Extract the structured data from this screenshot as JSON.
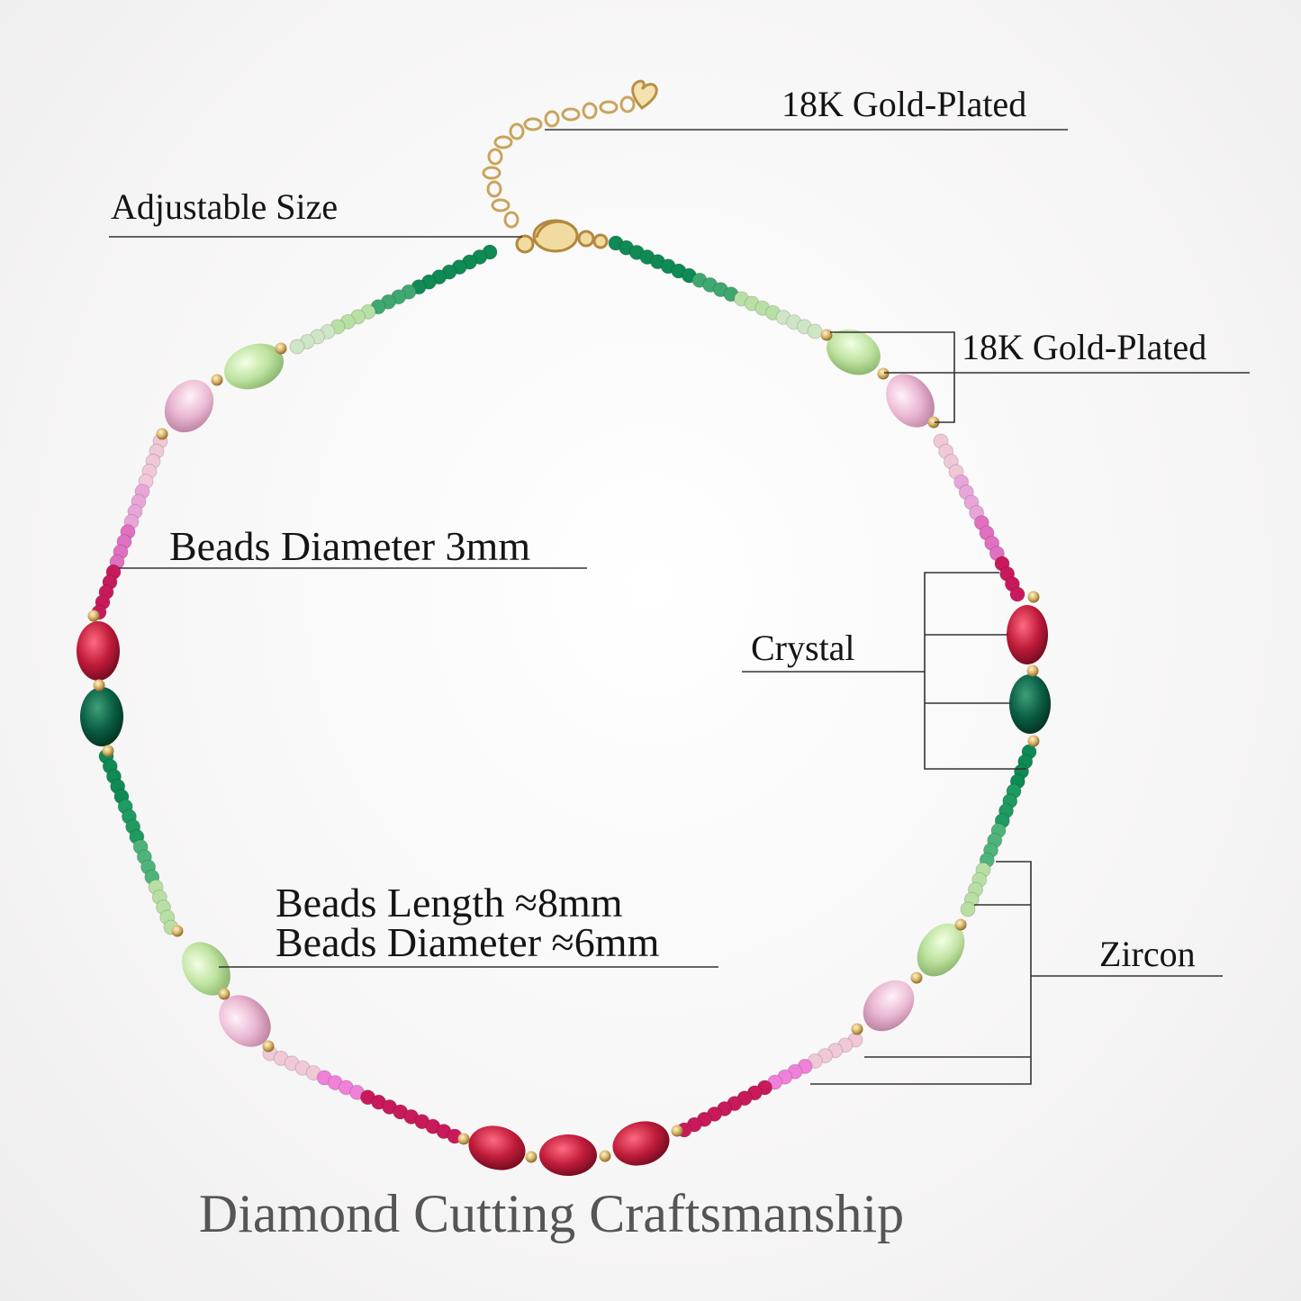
{
  "labels": {
    "gold_plated_top": "18K Gold-Plated",
    "adjustable_size": "Adjustable Size",
    "gold_plated_right": "18K Gold-Plated",
    "beads_diameter_small": "Beads Diameter 3mm",
    "crystal": "Crystal",
    "beads_length": "Beads Length ≈8mm",
    "beads_diameter_large": "Beads Diameter ≈6mm",
    "zircon": "Zircon"
  },
  "footer": "Diamond Cutting Craftsmanship",
  "colors": {
    "emerald_green": "#0f8a55",
    "light_green": "#b8e0a4",
    "mint": "#cfe6c6",
    "pale_pink": "#f0c8d8",
    "pink": "#e8a6d8",
    "magenta": "#c81a5a",
    "red_crystal": "#c01c3a",
    "dark_green": "#0a5e44",
    "gold": "#d8b368",
    "line": "#333333"
  }
}
